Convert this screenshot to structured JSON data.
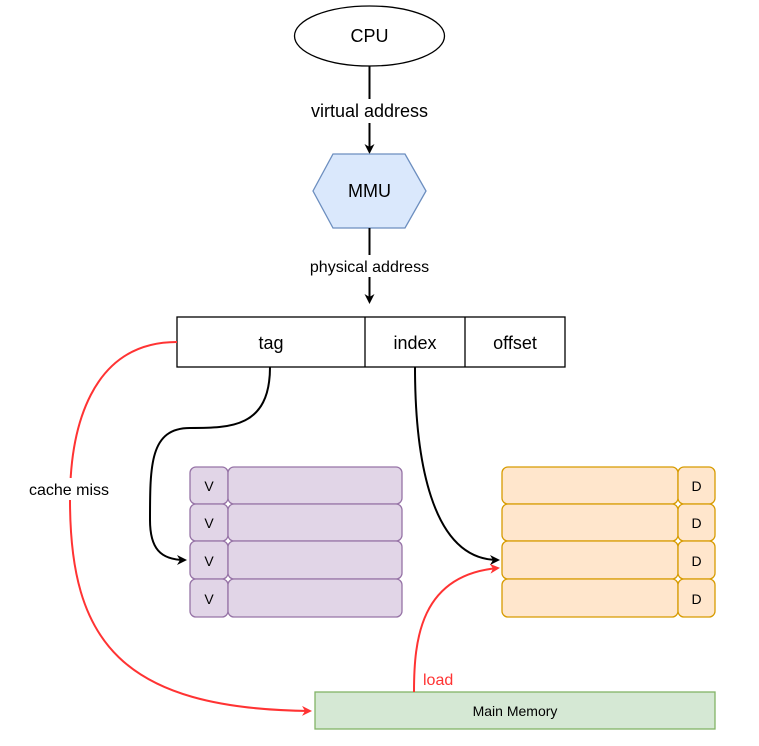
{
  "nodes": {
    "cpu": "CPU",
    "mmu": "MMU",
    "main_memory": "Main Memory"
  },
  "edges": {
    "virtual_address": "virtual address",
    "physical_address": "physical address",
    "cache_miss": "cache miss",
    "load": "load"
  },
  "address_fields": [
    "tag",
    "index",
    "offset"
  ],
  "tag_array": {
    "rows": [
      {
        "flag": "V"
      },
      {
        "flag": "V"
      },
      {
        "flag": "V"
      },
      {
        "flag": "V"
      }
    ]
  },
  "data_array": {
    "rows": [
      {
        "flag": "D"
      },
      {
        "flag": "D"
      },
      {
        "flag": "D"
      },
      {
        "flag": "D"
      }
    ]
  },
  "colors": {
    "mmu_fill": "#dae8fc",
    "mmu_stroke": "#6c8ebf",
    "tag_fill": "#e1d5e7",
    "tag_stroke": "#9673a6",
    "data_fill": "#ffe6cc",
    "data_stroke": "#d79b00",
    "memory_fill": "#d5e8d4",
    "memory_stroke": "#82b366",
    "miss_arrow": "#ff3333"
  }
}
